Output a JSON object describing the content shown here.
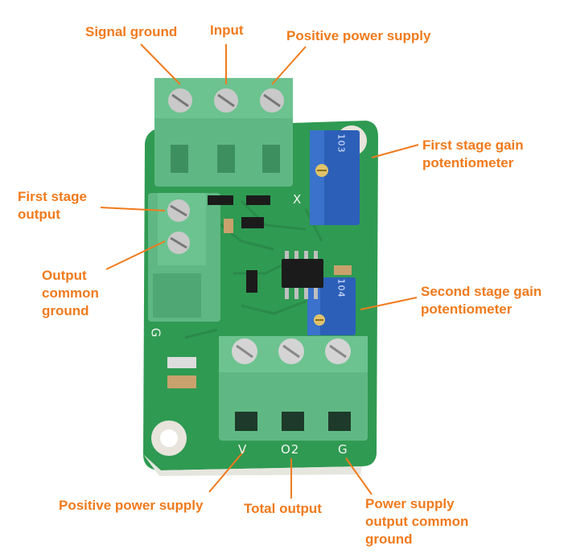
{
  "labels": {
    "signal_ground": "Signal ground",
    "input": "Input",
    "positive_power_supply_top": "Positive power supply",
    "first_stage_gain_potentiometer": [
      "First stage gain",
      "potentiometer"
    ],
    "first_stage_output": [
      "First stage",
      "output"
    ],
    "output_common_ground": [
      "Output",
      "common",
      "ground"
    ],
    "second_stage_gain_potentiometer": [
      "Second stage gain",
      "potentiometer"
    ],
    "positive_power_supply_bottom": "Positive power supply",
    "total_output": "Total output",
    "power_supply_output_common_ground": [
      "Power supply",
      "output common",
      "ground"
    ]
  },
  "board_markings": {
    "bottom_terminal_pins": [
      "V",
      "O2",
      "G"
    ],
    "side_pin_mark": "G",
    "x_mark": "X",
    "pot_code_top": "103",
    "pot_code_bottom": "104"
  },
  "colors": {
    "label": "#f07a1c",
    "pcb": "#2f9a52",
    "terminal_block": "#5fb883",
    "potentiometer": "#2c5fb8",
    "leader_line": "#f07a1c"
  }
}
